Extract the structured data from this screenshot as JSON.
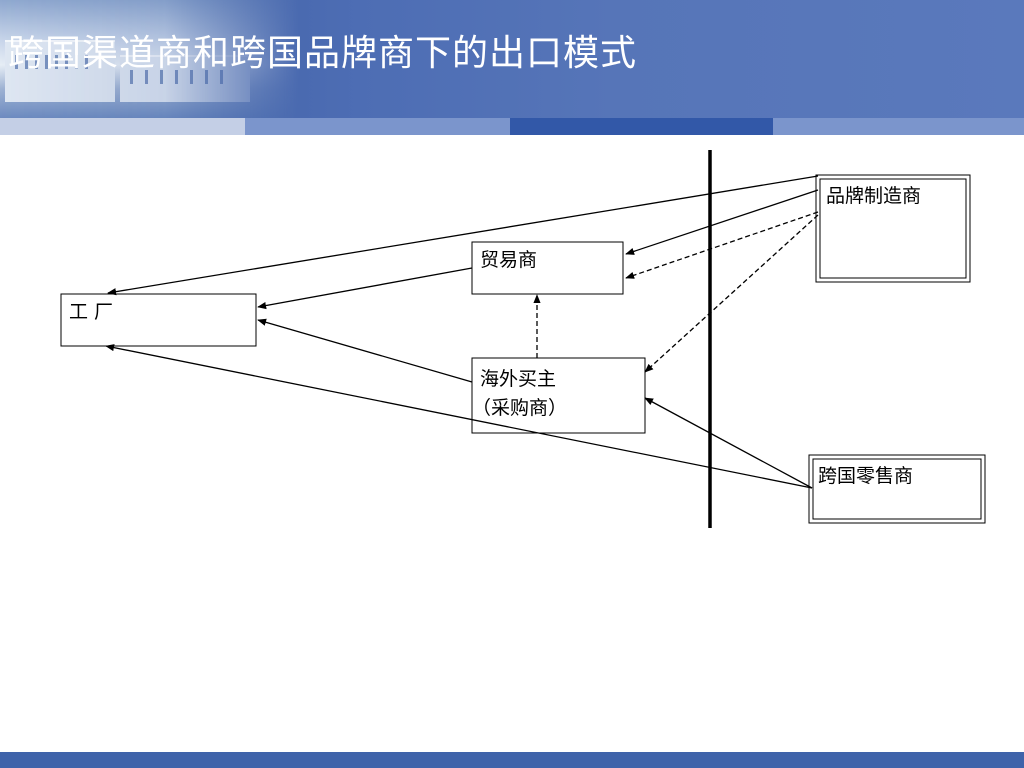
{
  "title": "跨国渠道商和跨国品牌商下的出口模式",
  "colors": {
    "header_blue": "#4d6db4",
    "stripe": [
      "#c4cfe6",
      "#7b95cc",
      "#3258a8",
      "#7b95cc"
    ],
    "footer_blue": "#3f63aa"
  },
  "nodes": {
    "factory": "工 厂",
    "trader": "贸易商",
    "buyer_line1": "海外买主",
    "buyer_line2": "（采购商）",
    "brand_maker": "品牌制造商",
    "retailer": "跨国零售商"
  }
}
